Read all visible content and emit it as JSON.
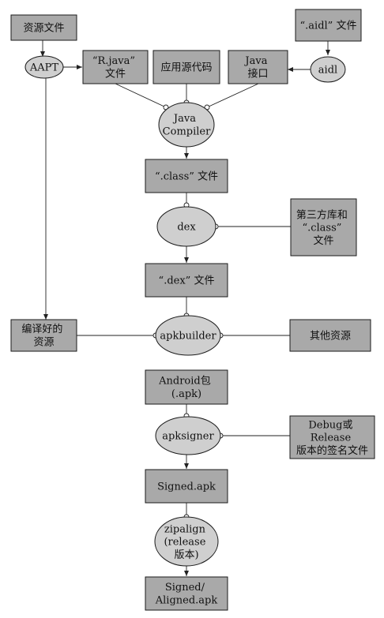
{
  "nodes": {
    "res": {
      "lines": [
        "资源文件"
      ]
    },
    "aidlfile": {
      "lines": [
        "“.aidl” 文件"
      ]
    },
    "aapt": {
      "lines": [
        "AAPT"
      ]
    },
    "rjava": {
      "lines": [
        "“R.java”",
        "文件"
      ]
    },
    "appsrc": {
      "lines": [
        "应用源代码"
      ]
    },
    "javaif": {
      "lines": [
        "Java",
        "接口"
      ]
    },
    "aidl": {
      "lines": [
        "aidl"
      ]
    },
    "javac": {
      "lines": [
        "Java",
        "Compiler"
      ]
    },
    "classf": {
      "lines": [
        "“.class” 文件"
      ]
    },
    "dex": {
      "lines": [
        "dex"
      ]
    },
    "third": {
      "lines": [
        "第三方库和",
        "“.class”",
        "文件"
      ]
    },
    "dexf": {
      "lines": [
        "“.dex” 文件"
      ]
    },
    "compiled": {
      "lines": [
        "编译好的",
        "资源"
      ]
    },
    "apkb": {
      "lines": [
        "apkbuilder"
      ]
    },
    "otherres": {
      "lines": [
        "其他资源"
      ]
    },
    "apkpkg": {
      "lines": [
        "Android包",
        "(.apk)"
      ]
    },
    "apks": {
      "lines": [
        "apksigner"
      ]
    },
    "sig": {
      "lines": [
        "Debug或",
        "Release",
        "版本的签名文件"
      ]
    },
    "signed": {
      "lines": [
        "Signed.apk"
      ]
    },
    "zip": {
      "lines": [
        "zipalign",
        "(release",
        "版本)"
      ]
    },
    "aligned": {
      "lines": [
        "Signed/",
        "Aligned.apk"
      ]
    }
  }
}
